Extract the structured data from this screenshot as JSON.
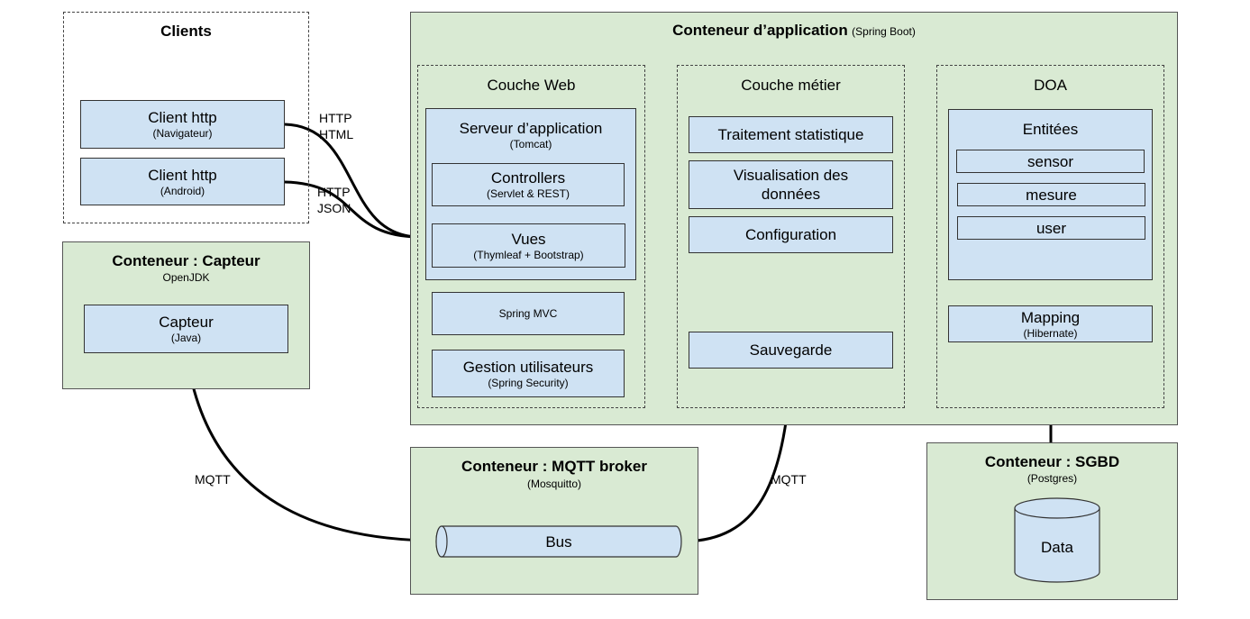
{
  "clients": {
    "title": "Clients",
    "client1": {
      "name": "Client http",
      "sub": "(Navigateur)"
    },
    "client2": {
      "name": "Client http",
      "sub": "(Android)"
    }
  },
  "links": {
    "http_html": {
      "l1": "HTTP",
      "l2": "HTML"
    },
    "http_json": {
      "l1": "HTTP",
      "l2": "JSON"
    },
    "mqtt_left": "MQTT",
    "mqtt_right": "MQTT"
  },
  "capteur_container": {
    "title": "Conteneur : Capteur",
    "sub": "OpenJDK",
    "capteur": {
      "name": "Capteur",
      "sub": "(Java)"
    }
  },
  "app_container": {
    "title": "Conteneur d’application",
    "title_sub": "(Spring Boot)",
    "web": {
      "title": "Couche Web",
      "server": {
        "name": "Serveur d’application",
        "sub": "(Tomcat)"
      },
      "controllers": {
        "name": "Controllers",
        "sub": "(Servlet & REST)"
      },
      "vues": {
        "name": "Vues",
        "sub": "(Thymleaf + Bootstrap)"
      },
      "mvc": "Spring MVC",
      "gestion": {
        "name": "Gestion utilisateurs",
        "sub": "(Spring Security)"
      }
    },
    "metier": {
      "title": "Couche métier",
      "traitement": "Traitement statistique",
      "visualisation": "Visualisation des données",
      "configuration": "Configuration",
      "sauvegarde": "Sauvegarde"
    },
    "doa": {
      "title": "DOA",
      "entites": "Entitées",
      "items": [
        "sensor",
        "mesure",
        "user"
      ],
      "mapping": {
        "name": "Mapping",
        "sub": "(Hibernate)"
      }
    }
  },
  "mqtt_container": {
    "title": "Conteneur : MQTT broker",
    "sub": "(Mosquitto)",
    "bus": "Bus"
  },
  "sgbd_container": {
    "title": "Conteneur : SGBD",
    "sub": "(Postgres)",
    "data": "Data"
  }
}
